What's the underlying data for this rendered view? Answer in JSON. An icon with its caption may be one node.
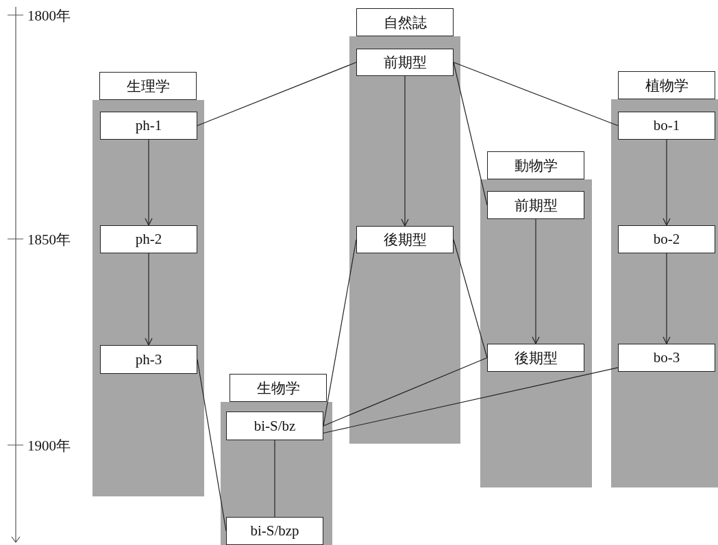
{
  "diagram": {
    "nodes": [
      {
        "text": [
          "生理学"
        ]
      },
      {
        "text": [],
        "shape": "box"
      },
      {
        "text": [
          "ph-1"
        ],
        "in": 1
      },
      {
        "text": [
          "ph-2"
        ],
        "in": 1
      },
      {
        "text": [
          "ph-3"
        ],
        "in": 1
      },
      {
        "text": [
          "生物学"
        ]
      },
      {
        "text": [],
        "shape": "box"
      },
      {
        "text": [
          "bi-S/bz"
        ],
        "in": 6
      },
      {
        "text": [
          "bi-S/bzp"
        ],
        "in": 6
      },
      {
        "text": [
          "自然誌"
        ]
      },
      {
        "text": [],
        "shape": "box"
      },
      {
        "text": [
          "前期型"
        ],
        "in": 10
      },
      {
        "text": [
          "後期型"
        ],
        "in": 10
      },
      {
        "text": [
          "動物学"
        ]
      },
      {
        "text": [],
        "shape": "box"
      },
      {
        "text": [
          "前期型"
        ],
        "in": 14
      },
      {
        "text": [
          "後期型"
        ],
        "in": 14
      },
      {
        "text": [
          "植物学"
        ]
      },
      {
        "text": [],
        "shape": "box"
      },
      {
        "text": [
          "bo-1"
        ],
        "in": 18
      },
      {
        "text": [
          "bo-2"
        ],
        "in": 18
      },
      {
        "text": [
          "bo-3"
        ],
        "in": 18
      }
    ],
    "edges": [
      {
        "from": 11,
        "to": 2,
        "arrow": "none"
      },
      {
        "from": 11,
        "to": 12,
        "arrow": "to"
      },
      {
        "from": 11,
        "to": 15,
        "arrow": "none"
      },
      {
        "from": 11,
        "to": 19,
        "arrow": "none"
      },
      {
        "from": 2,
        "to": 3,
        "arrow": "to"
      },
      {
        "from": 3,
        "to": 4,
        "arrow": "to"
      },
      {
        "from": 4,
        "to": 8,
        "arrow": "none"
      },
      {
        "from": 12,
        "to": 7,
        "arrow": "none"
      },
      {
        "from": 12,
        "to": 16,
        "arrow": "none"
      },
      {
        "from": 15,
        "to": 16,
        "arrow": "to"
      },
      {
        "from": 19,
        "to": 20,
        "arrow": "to"
      },
      {
        "from": 20,
        "to": 21,
        "arrow": "to"
      },
      {
        "from": 16,
        "to": 7,
        "arrow": "none"
      },
      {
        "from": 21,
        "to": 7,
        "arrow": "none"
      },
      {
        "from": 7,
        "to": 8,
        "arrow": "none"
      }
    ],
    "labels": [
      "1800年",
      "1850年",
      "1900年"
    ]
  }
}
